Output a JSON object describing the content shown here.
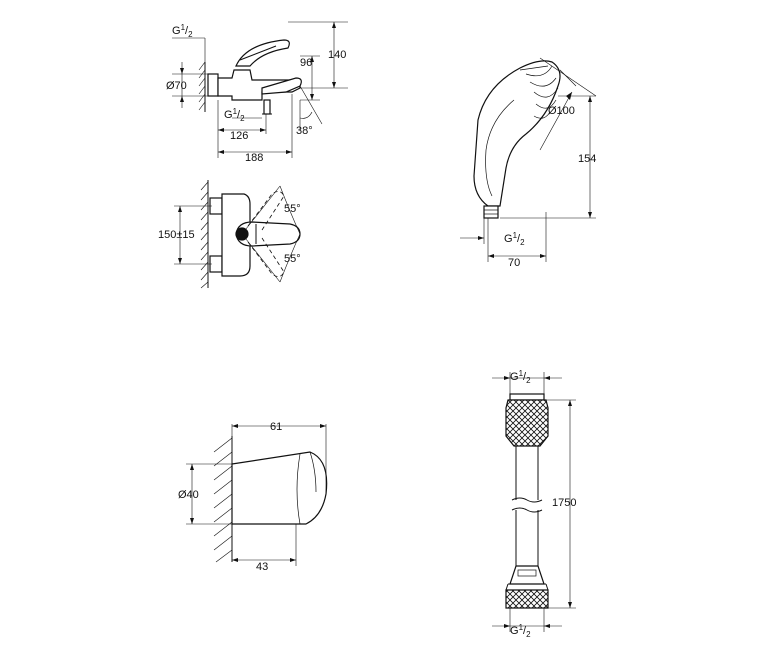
{
  "mixer_side": {
    "thread_top": "G",
    "thread_top_sup": "1",
    "thread_top_sub": "2",
    "dia_70": "Ø70",
    "dim_140": "140",
    "dim_96": "96",
    "thread_bottom": "G",
    "thread_bottom_sup": "1",
    "thread_bottom_sub": "2",
    "dim_126": "126",
    "dim_188": "188",
    "angle_38": "38°"
  },
  "mixer_front": {
    "dim_150": "150±15",
    "angle_top": "55°",
    "angle_bottom": "55°"
  },
  "hand_shower": {
    "dia_100": "Ø100",
    "dim_154": "154",
    "thread": "G",
    "thread_sup": "1",
    "thread_sub": "2",
    "dim_70": "70"
  },
  "wall_holder": {
    "dim_61": "61",
    "dia_40": "Ø40",
    "dim_43": "43"
  },
  "hose": {
    "thread_top": "G",
    "thread_top_sup": "1",
    "thread_top_sub": "2",
    "length": "1750",
    "thread_bottom": "G",
    "thread_bottom_sup": "1",
    "thread_bottom_sub": "2"
  }
}
